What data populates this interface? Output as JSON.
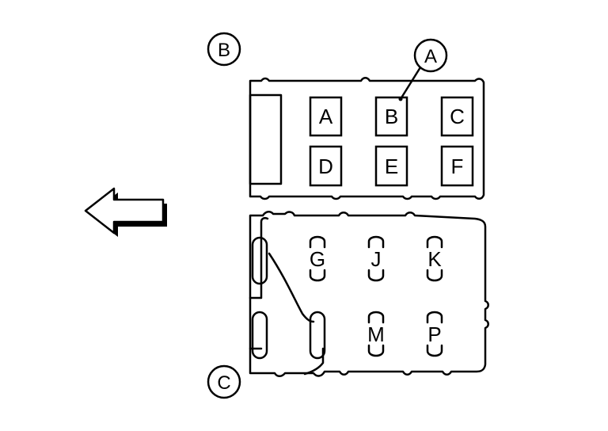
{
  "callouts": {
    "a": "A",
    "b": "B",
    "c": "C"
  },
  "upper_positions": [
    "A",
    "B",
    "C",
    "D",
    "E",
    "F"
  ],
  "lower_positions": [
    "G",
    "J",
    "K",
    "M",
    "P"
  ],
  "icons": {
    "direction_arrow": "left-arrow-icon"
  }
}
